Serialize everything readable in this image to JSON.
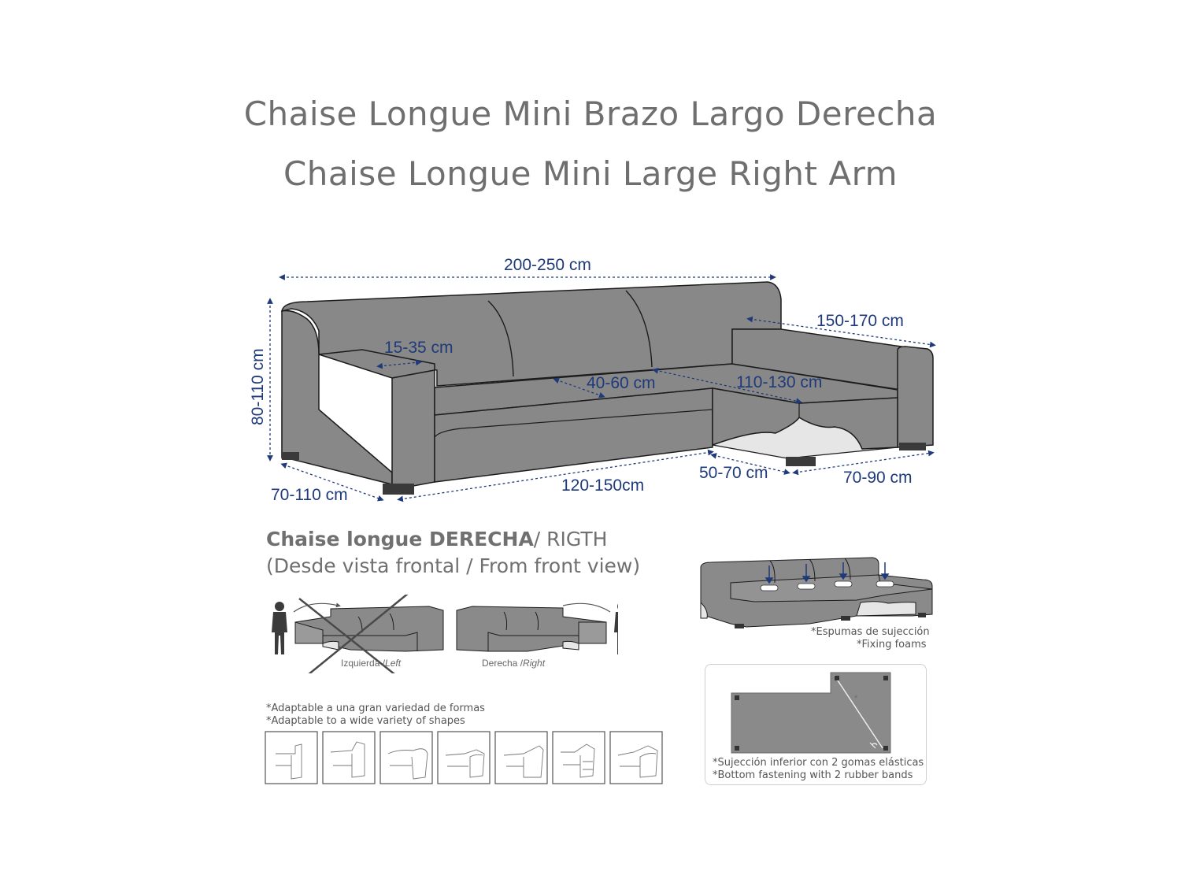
{
  "titles": {
    "spanish": "Chaise Longue Mini Brazo Largo Derecha",
    "english": "Chaise Longue Mini Large Right Arm"
  },
  "dimensions": {
    "total_width": "200-250 cm",
    "chaise_length": "150-170 cm",
    "arm_width": "15-35 cm",
    "height": "80-110 cm",
    "seat_depth": "40-60 cm",
    "chaise_seat": "110-130 cm",
    "depth": "70-110 cm",
    "front_width": "120-150cm",
    "chaise_front": "50-70 cm",
    "chaise_width": "70-90 cm"
  },
  "orientation": {
    "heading_bold": "Chaise longue DERECHA",
    "heading_rest": "/ RIGTH",
    "subheading": "(Desde vista frontal / From front view)",
    "left_label": "Izquierda /",
    "left_label_en": "Left",
    "right_label": "Derecha /",
    "right_label_en": "Right"
  },
  "shapes_note": {
    "line1": "*Adaptable a una gran variedad de formas",
    "line2": "*Adaptable to a wide variety of shapes"
  },
  "foams_note": {
    "line1": "*Espumas de sujección",
    "line2": "*Fixing foams"
  },
  "bottom_note": {
    "line1": "*Sujección inferior con 2 gomas elásticas",
    "line2": "*Bottom fastening with 2 rubber bands"
  },
  "colors": {
    "sofa_fill": "#878787",
    "outline": "#1c1c1c",
    "dimension_arrow": "#1f3a7a",
    "title_text": "#6f6f6f"
  }
}
